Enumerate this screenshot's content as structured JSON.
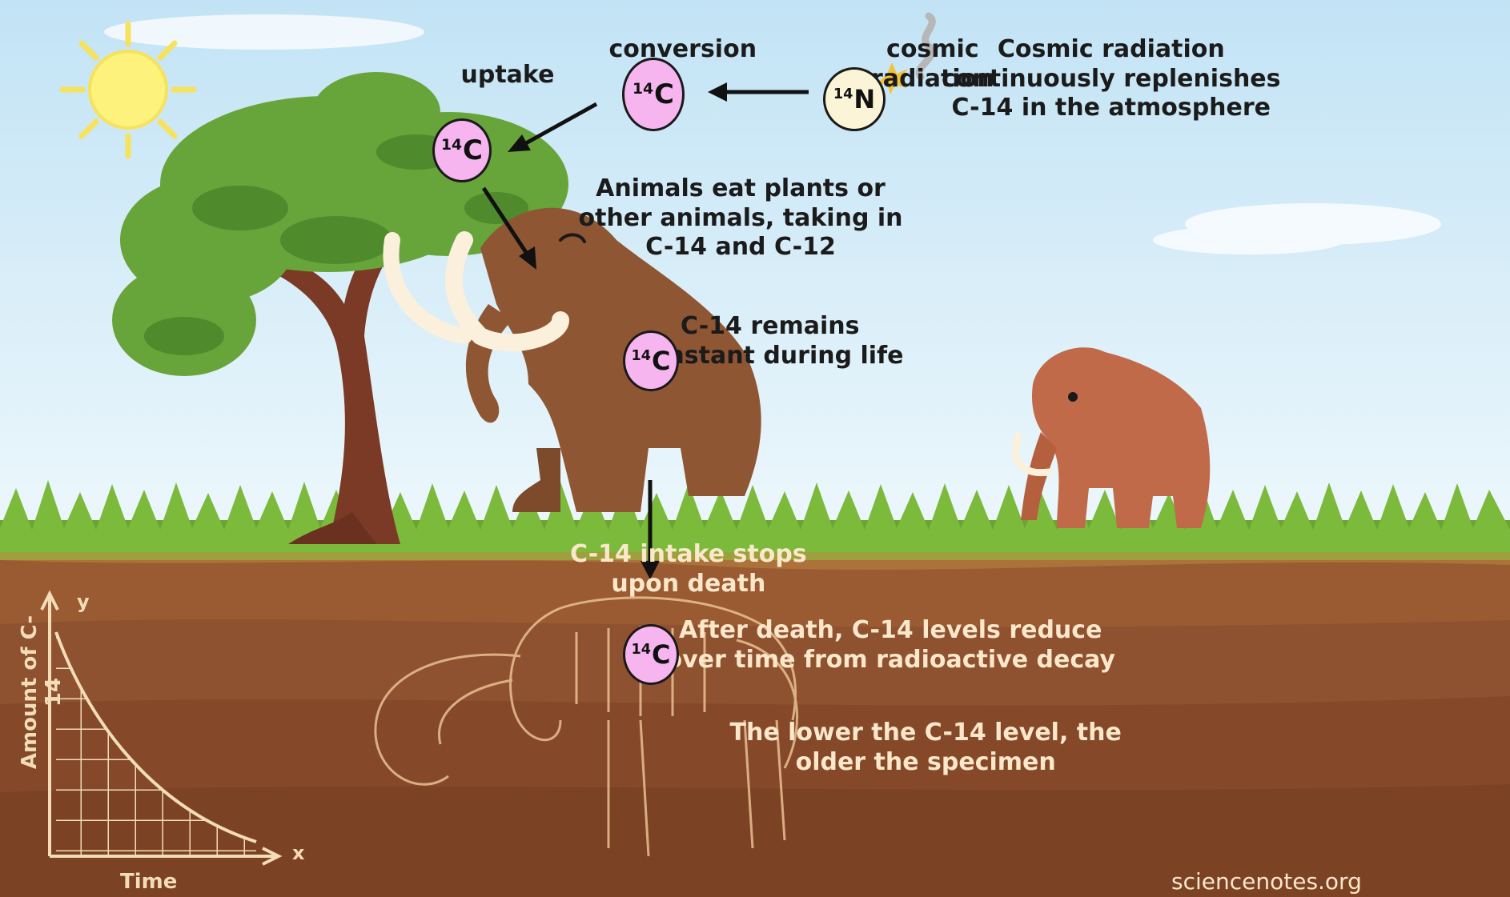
{
  "labels": {
    "uptake": "uptake",
    "conversion": "conversion",
    "cosmic": [
      "cosmic",
      "radiation"
    ],
    "replenish": [
      "Cosmic radiation",
      "continuously replenishes",
      "C-14 in the atmosphere"
    ],
    "animals_eat": [
      "Animals eat plants or",
      "other animals, taking in",
      "C-14 and C-12"
    ],
    "remains": [
      "C-14 remains",
      "constant during life"
    ],
    "intake_stops": [
      "C-14 intake stops",
      "upon death"
    ],
    "after_death": [
      "After death, C-14 levels reduce",
      "over time from radioactive decay"
    ],
    "lower_level": [
      "The lower the C-14 level, the",
      "older the specimen"
    ],
    "credit": "sciencenotes.org"
  },
  "atoms": {
    "c_mass": "14",
    "c_symbol": "C",
    "n_mass": "14",
    "n_symbol": "N"
  },
  "graph": {
    "y_axis_label": "Amount of C-14",
    "x_axis_label": "Time",
    "y_letter": "y",
    "x_letter": "x"
  },
  "colors": {
    "sky": "#d3ecf8",
    "grass": "#6aa532",
    "soil": "#8a4d2a",
    "carbon_atom": "#f6b5ef",
    "nitrogen_atom": "#fbf4d6",
    "mammoth": "#8f5634"
  }
}
